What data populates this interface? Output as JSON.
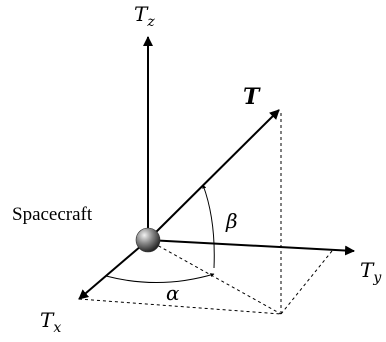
{
  "labels": {
    "spacecraft": "Spacecraft",
    "thrust": "T",
    "tz_main": "T",
    "tz_sub": "z",
    "ty_main": "T",
    "ty_sub": "y",
    "tx_main": "T",
    "tx_sub": "x",
    "alpha": "α",
    "beta": "β"
  }
}
